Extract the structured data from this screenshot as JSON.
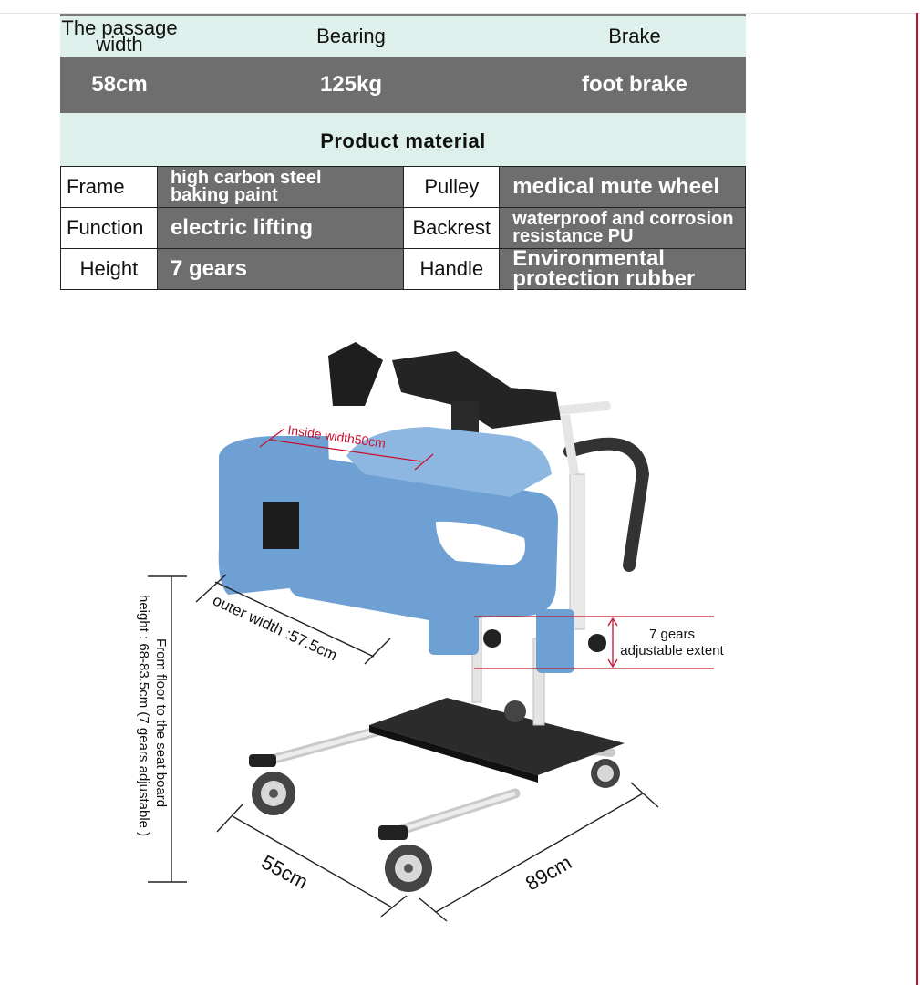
{
  "spec_header": {
    "passage_width_l1": "The passage",
    "passage_width_l2": "width",
    "bearing": "Bearing",
    "brake": "Brake"
  },
  "spec_values": {
    "passage_width": "58cm",
    "bearing": "125kg",
    "brake": "foot brake"
  },
  "material_title": "Product material",
  "materials": {
    "frame_label": "Frame",
    "frame_l1": "high carbon steel",
    "frame_l2": "baking paint",
    "pulley_label": "Pulley",
    "pulley_value": "medical mute wheel",
    "function_label": "Function",
    "function_value": "electric lifting",
    "backrest_label": "Backrest",
    "backrest_l1": "waterproof and corrosion",
    "backrest_l2": "resistance PU",
    "height_label": "Height",
    "height_value": "7 gears",
    "handle_label": "Handle",
    "handle_l1": "Environmental",
    "handle_l2": "protection rubber"
  },
  "figure": {
    "inside_width": "Inside width50cm",
    "outer_width": "outer width :57.5cm",
    "gears_l1": "7 gears",
    "gears_l2": "adjustable extent",
    "floor_l1": "From floor to the seat board",
    "floor_l2": "height : 68-83.5cm (7 gears adjustable )",
    "depth": "55cm",
    "length": "89cm"
  },
  "colors": {
    "header_bg": "#def0ec",
    "value_bg": "#6e6e6e",
    "seat_blue": "#6fa0d3",
    "accent_red": "#c8102e"
  }
}
